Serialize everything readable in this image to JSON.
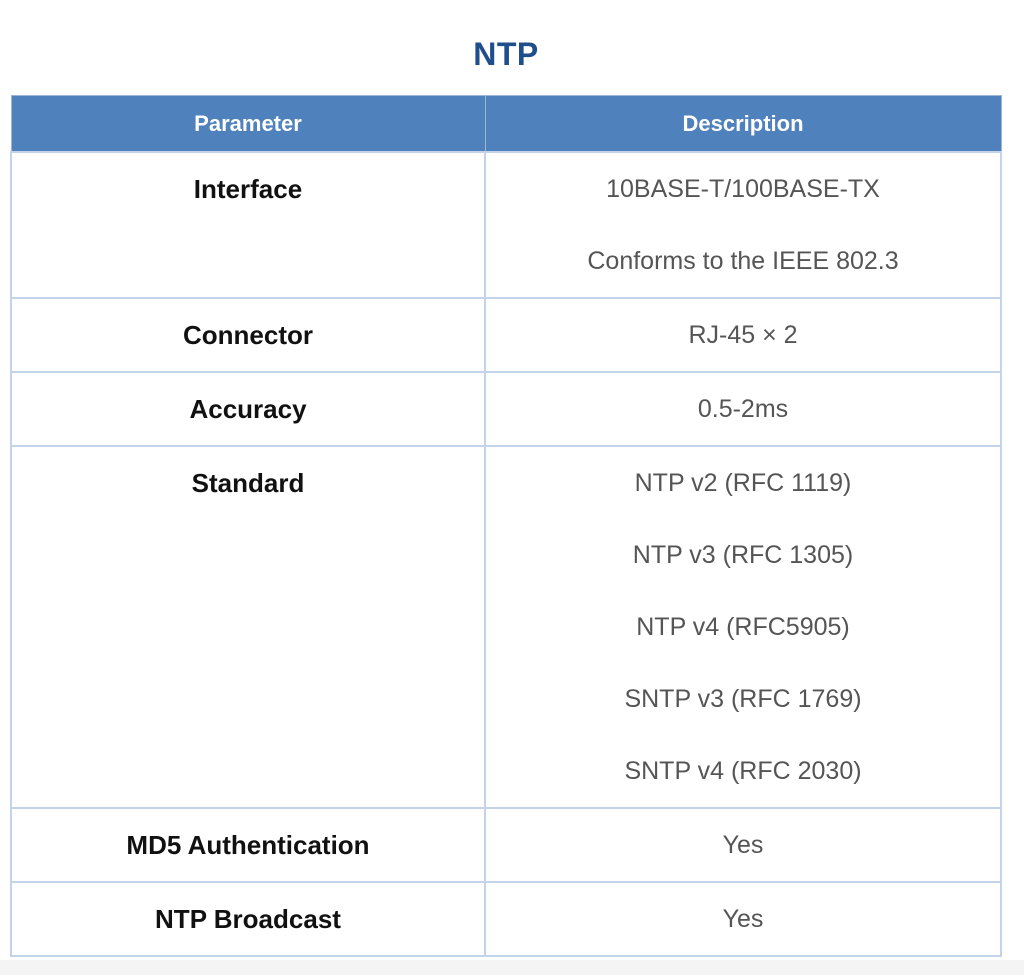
{
  "title": "NTP",
  "table": {
    "headers": [
      "Parameter",
      "Description"
    ],
    "rows": [
      {
        "parameter": "Interface",
        "description": [
          "10BASE-T/100BASE-TX",
          "Conforms to the IEEE 802.3"
        ]
      },
      {
        "parameter": "Connector",
        "description": [
          "RJ-45 × 2"
        ]
      },
      {
        "parameter": "Accuracy",
        "description": [
          "0.5-2ms"
        ]
      },
      {
        "parameter": "Standard",
        "description": [
          "NTP v2 (RFC 1119)",
          "NTP v3 (RFC 1305)",
          "NTP v4 (RFC5905)",
          "SNTP v3 (RFC 1769)",
          "SNTP v4 (RFC 2030)"
        ]
      },
      {
        "parameter": "MD5 Authentication",
        "description": [
          "Yes"
        ]
      },
      {
        "parameter": "NTP Broadcast",
        "description": [
          "Yes"
        ]
      }
    ]
  },
  "colors": {
    "title": "#1f4e8c",
    "header_bg": "#4f81bd",
    "header_text": "#ffffff",
    "border": "#c3d4ea",
    "param_text": "#111111",
    "desc_text": "#555555"
  }
}
